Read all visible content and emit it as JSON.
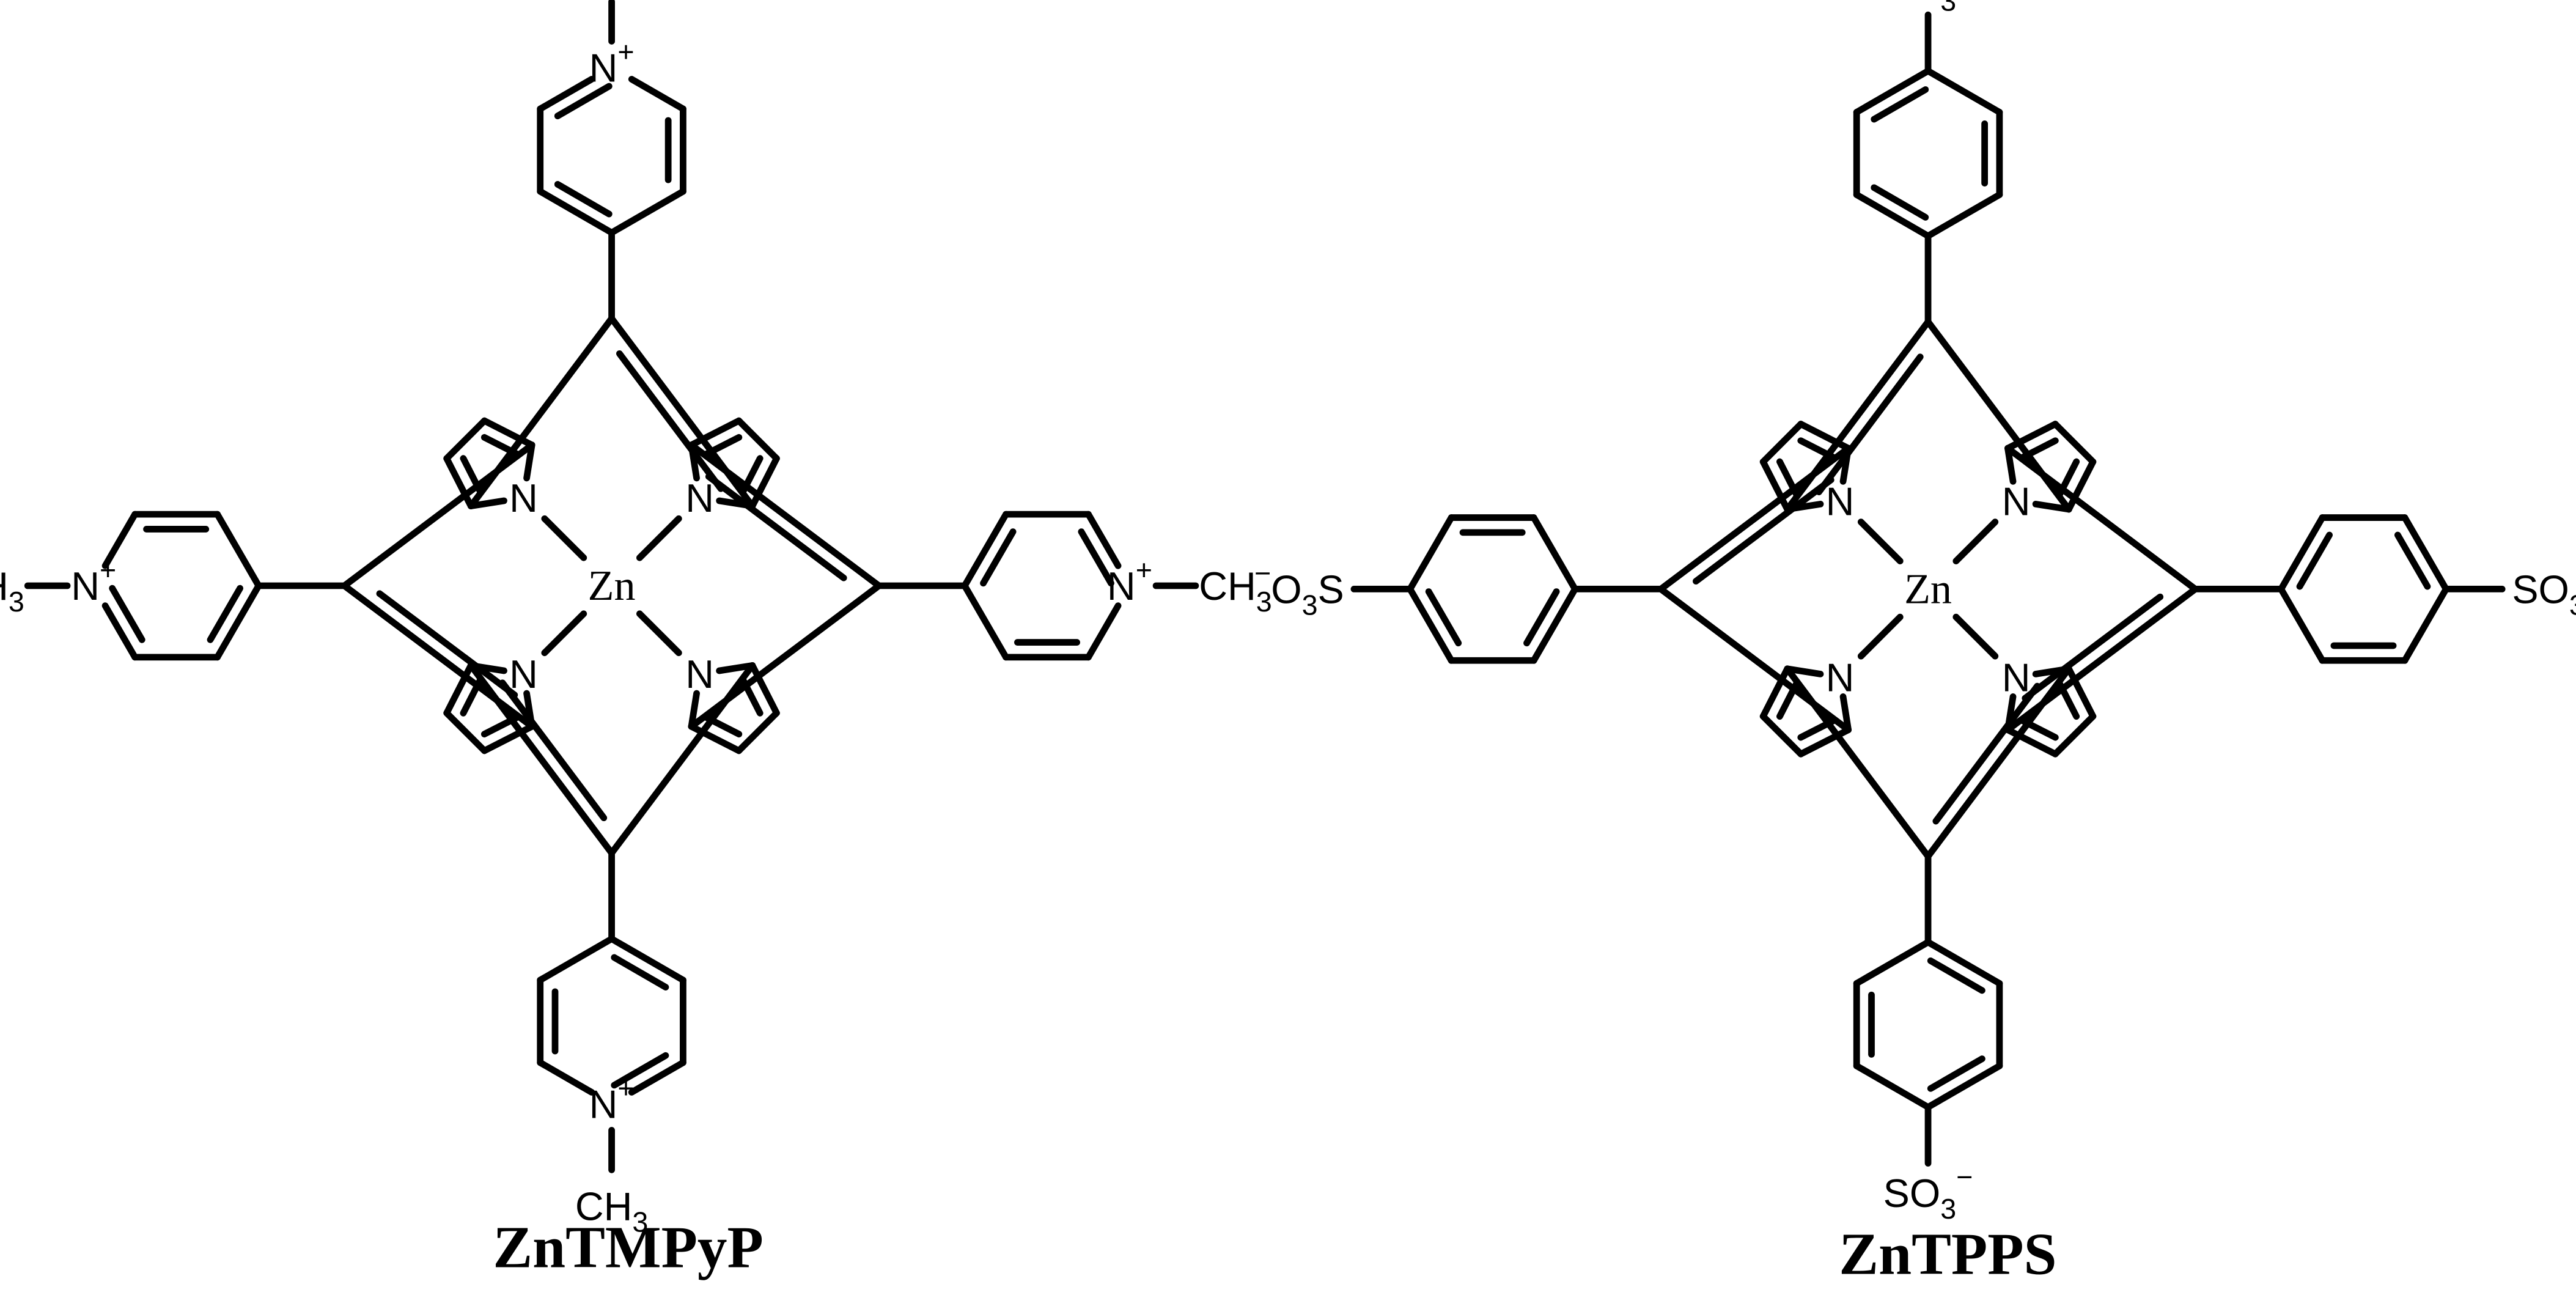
{
  "molecules": [
    {
      "name": "ZnTMPyP",
      "metal": "Zn",
      "core_nitrogen": "N",
      "substituent": {
        "kind": "pyridinium",
        "ring_atom": "N",
        "ring_atom_charge": "+",
        "terminal_group": "CH",
        "terminal_subscript": "3"
      }
    },
    {
      "name": "ZnTPPS",
      "metal": "Zn",
      "core_nitrogen": "N",
      "substituent": {
        "kind": "sulfonatophenyl",
        "group_main": "SO",
        "group_subscript": "3",
        "group_charge": "−"
      }
    }
  ]
}
